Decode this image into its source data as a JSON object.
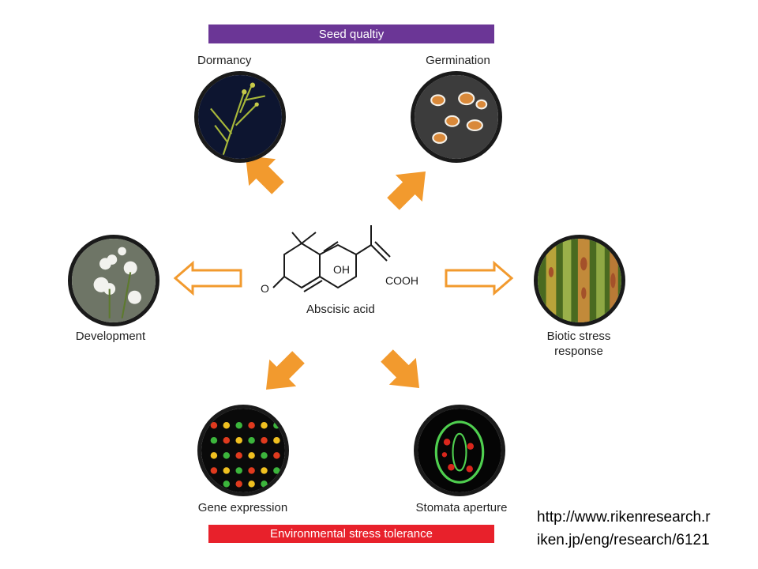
{
  "banners": {
    "top": "Seed qualtiy",
    "bottom": "Environmental stress tolerance"
  },
  "center": {
    "compound": "Abscisic acid",
    "oh": "OH",
    "cooh": "COOH",
    "o": "O"
  },
  "nodes": {
    "dormancy": "Dormancy",
    "germination": "Germination",
    "development": "Development",
    "biotic_line1": "Biotic stress",
    "biotic_line2": "response",
    "gene": "Gene expression",
    "stomata": "Stomata aperture"
  },
  "source": {
    "url_line1": "http://www.rikenresearch.r",
    "url_line2": "iken.jp/eng/research/6121"
  },
  "colors": {
    "arrow": "#f29a2e",
    "top_banner": "#6b3696",
    "bottom_banner": "#e8212b"
  }
}
